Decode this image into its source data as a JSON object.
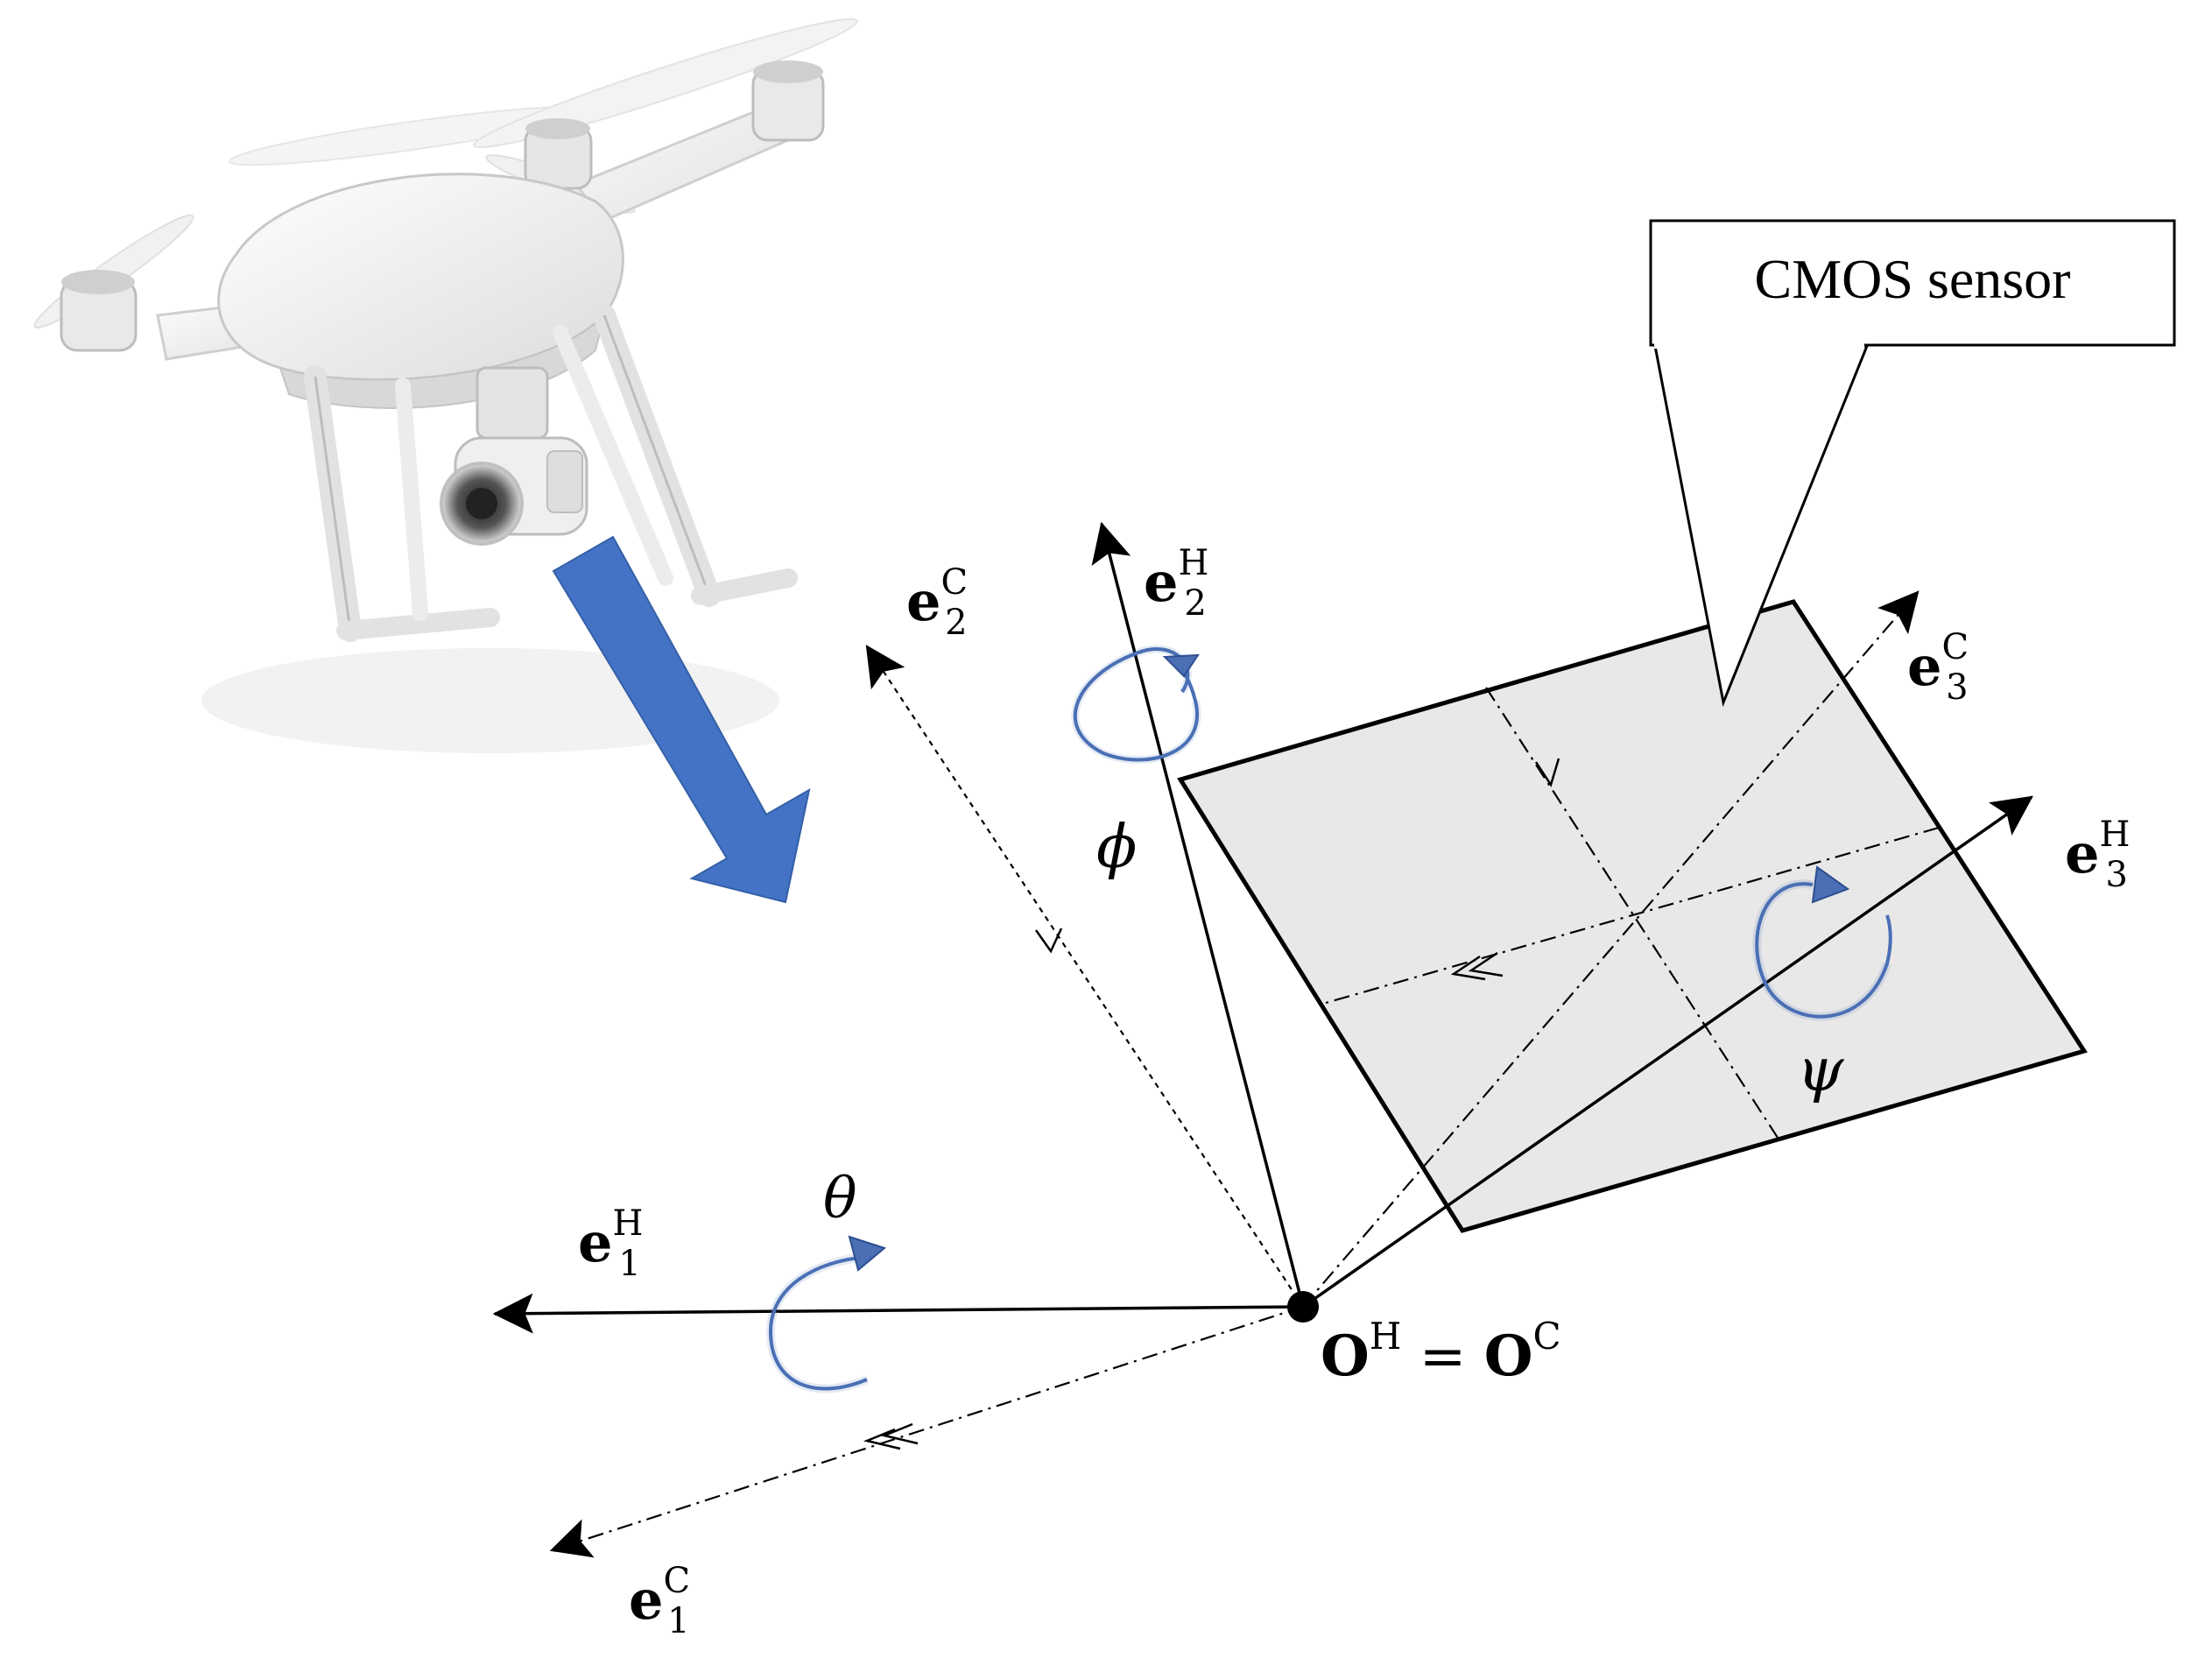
{
  "callout": {
    "text": "CMOS sensor"
  },
  "axes": {
    "e1H": {
      "base": "e",
      "sub": "1",
      "sup": "H"
    },
    "e2H": {
      "base": "e",
      "sub": "2",
      "sup": "H"
    },
    "e3H": {
      "base": "e",
      "sub": "3",
      "sup": "H"
    },
    "e1C": {
      "base": "e",
      "sub": "1",
      "sup": "C"
    },
    "e2C": {
      "base": "e",
      "sub": "2",
      "sup": "C"
    },
    "e3C": {
      "base": "e",
      "sub": "3",
      "sup": "C"
    }
  },
  "angles": {
    "phi": "ϕ",
    "theta": "θ",
    "psi": "ψ"
  },
  "origin": {
    "left": "O",
    "left_sup": "H",
    "equals": " = ",
    "right": "O",
    "right_sup": "C"
  },
  "colors": {
    "arrow_blue": "#4472C4",
    "rotation_blue": "#4a6fb5",
    "sensor_fill": "#e8e8e8",
    "line": "#000000"
  },
  "icons": {
    "drone": "quadcopter-drone",
    "direction": "blue-arrow"
  }
}
